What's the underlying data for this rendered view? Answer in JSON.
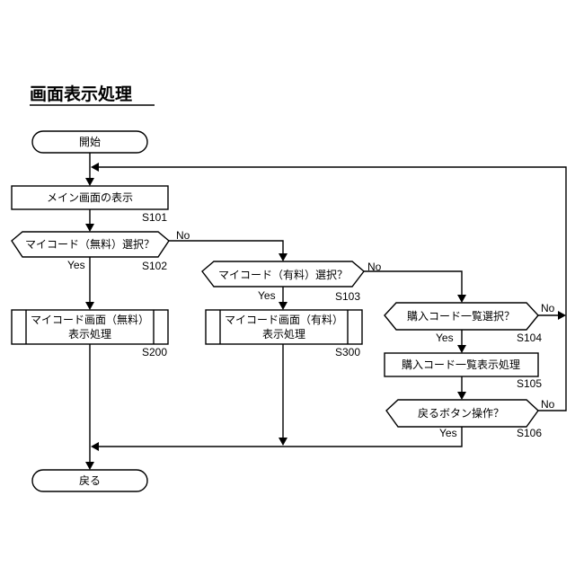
{
  "title": "画面表示処理",
  "nodes": {
    "start": {
      "label": "開始"
    },
    "main_screen": {
      "label": "メイン画面の表示",
      "step": "S101"
    },
    "decision_free": {
      "label": "マイコード（無料）選択？",
      "step": "S102",
      "yes": "Yes",
      "no": "No"
    },
    "decision_paid": {
      "label": "マイコード（有料）選択？",
      "step": "S103",
      "yes": "Yes",
      "no": "No"
    },
    "sub_free": {
      "line1": "マイコード画面（無料）",
      "line2": "表示処理",
      "step": "S200"
    },
    "sub_paid": {
      "line1": "マイコード画面（有料）",
      "line2": "表示処理",
      "step": "S300"
    },
    "decision_purchase": {
      "label": "購入コード一覧選択？",
      "step": "S104",
      "yes": "Yes",
      "no": "No"
    },
    "purchase_list": {
      "label": "購入コード一覧表示処理",
      "step": "S105"
    },
    "decision_back": {
      "label": "戻るボタン操作？",
      "step": "S106",
      "yes": "Yes",
      "no": "No"
    },
    "end": {
      "label": "戻る"
    }
  }
}
